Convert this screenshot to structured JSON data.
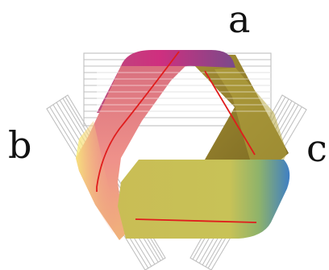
{
  "labels": {
    "a": "a",
    "b": "b",
    "c": "c"
  },
  "colors": {
    "grid_lines": "#b8b8b8",
    "seam_line": "#e02020",
    "pink_top": "#c8357a",
    "pink_band": "#e98a86",
    "olive_inner": "#8c7a2a",
    "olive_band": "#c9bf52",
    "yellow_accent": "#f7ef78",
    "blue_accent": "#3f88c9"
  }
}
